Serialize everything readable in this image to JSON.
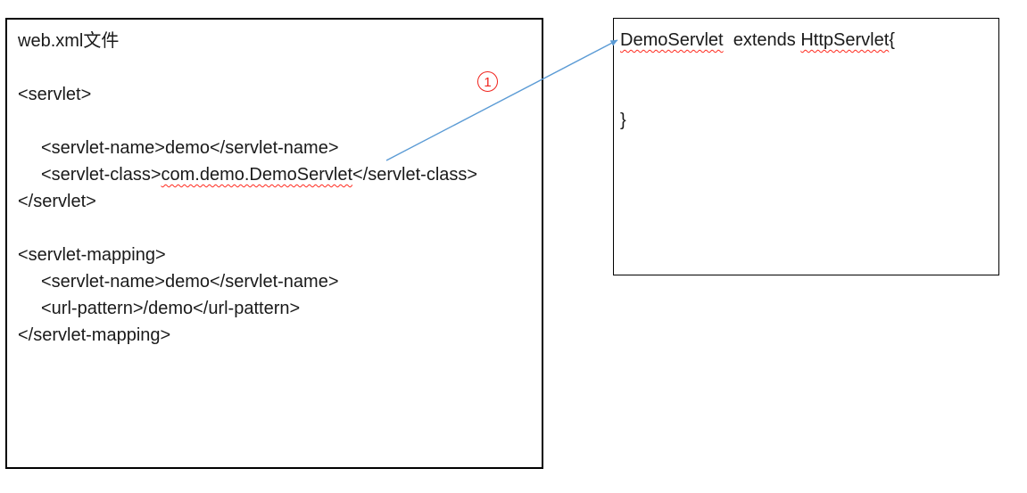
{
  "colors": {
    "box_border": "#000000",
    "arrow_blue": "#5b9bd5",
    "annotation_red": "#f0241e",
    "text_black": "#1a1a1a"
  },
  "web_xml_box": {
    "title": "web.xml文件",
    "servlet_block": {
      "open_tag": "<servlet>",
      "name_line": "<servlet-name>demo</servlet-name>",
      "class_line_pre": "<servlet-class>",
      "class_value": "com.demo.DemoServlet",
      "class_line_post": "</servlet-class>",
      "close_tag": "</servlet>"
    },
    "mapping_block": {
      "open_tag": "<servlet-mapping>",
      "name_line": "<servlet-name>demo</servlet-name>",
      "url_line": "<url-pattern>/demo</url-pattern>",
      "close_tag": "</servlet-mapping>"
    }
  },
  "java_class_box": {
    "class_name": "DemoServlet",
    "extends_text": "  extends ",
    "superclass_name": "HttpServlet",
    "open_brace": "{",
    "close_brace": "}"
  },
  "connector": {
    "badge_label": "1"
  }
}
